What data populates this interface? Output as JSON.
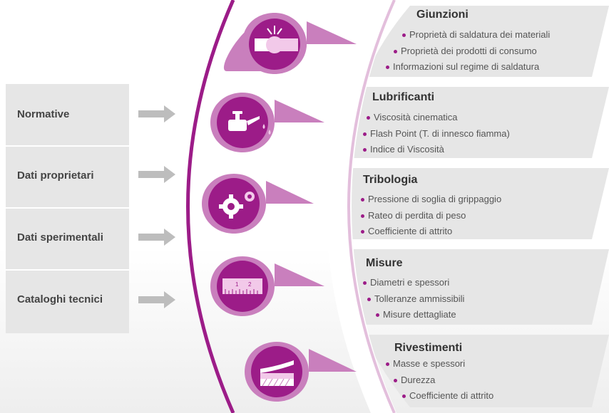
{
  "colors": {
    "accent": "#9c1c88",
    "accent_light": "#c97fbd",
    "panel": "#e6e6e6",
    "arrow": "#bdbdbd"
  },
  "sources": [
    {
      "label": "Normative"
    },
    {
      "label": "Dati proprietari"
    },
    {
      "label": "Dati sperimentali"
    },
    {
      "label": "Cataloghi tecnici"
    }
  ],
  "categories": [
    {
      "title": "Giunzioni",
      "icon": "welding-icon",
      "items": [
        "Proprietà di saldatura dei materiali",
        "Proprietà dei prodotti di consumo",
        "Informazioni sul regime di saldatura"
      ]
    },
    {
      "title": "Lubrificanti",
      "icon": "oil-can-icon",
      "items": [
        "Viscosità cinematica",
        "Flash Point (T. di innesco fiamma)",
        "Indice di Viscosità"
      ]
    },
    {
      "title": "Tribologia",
      "icon": "gears-icon",
      "items": [
        "Pressione di soglia di grippaggio",
        "Rateo di perdita di peso",
        "Coefficiente di attrito"
      ]
    },
    {
      "title": "Misure",
      "icon": "ruler-icon",
      "items": [
        "Diametri e spessori",
        "Tolleranze ammissibili",
        "Misure dettagliate"
      ]
    },
    {
      "title": "Rivestimenti",
      "icon": "coating-layers-icon",
      "items": [
        "Masse e spessori",
        "Durezza",
        "Coefficiente di attrito"
      ]
    }
  ],
  "ruler_ticks": [
    "1",
    "2"
  ]
}
